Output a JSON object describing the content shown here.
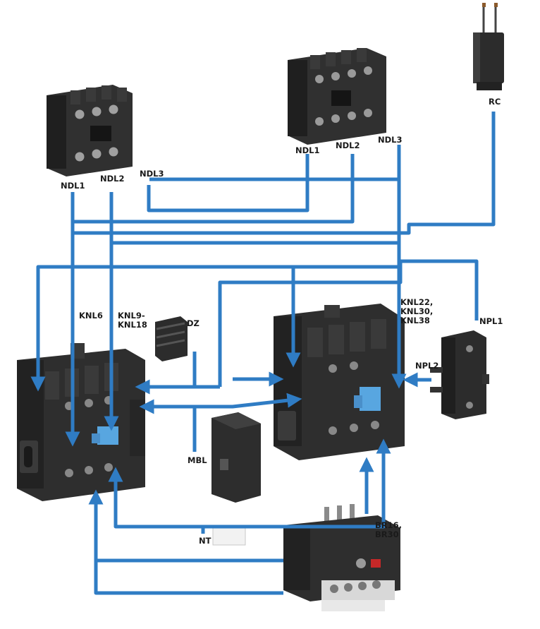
{
  "colors": {
    "arrow": "#2f7cc4",
    "device_dark": "#2a2a2a",
    "device_mid": "#3c3c3c",
    "device_light": "#555555",
    "latch": "#58a6e0",
    "terminal": "#8a8a8a",
    "label": "#1a1a1a",
    "overload_red": "#c62828"
  },
  "labels": {
    "rc": "RC",
    "ndl1_top": "NDL1",
    "ndl2_top": "NDL2",
    "ndl3_top": "NDL3",
    "ndl1_left": "NDL1",
    "ndl2_left": "NDL2",
    "ndl3_left": "NDL3",
    "knl6": "KNL6",
    "knl9_line1": "KNL9-",
    "knl9_line2": "KNL18",
    "dz": "DZ",
    "knl22_line1": "KNL22,",
    "knl22_line2": "KNL30,",
    "knl22_line3": "KNL38",
    "npl1": "NPL1",
    "npl2": "NPL2",
    "mbl": "MBL",
    "nt": "NT",
    "br_line1": "BR16,",
    "br_line2": "BR30"
  }
}
